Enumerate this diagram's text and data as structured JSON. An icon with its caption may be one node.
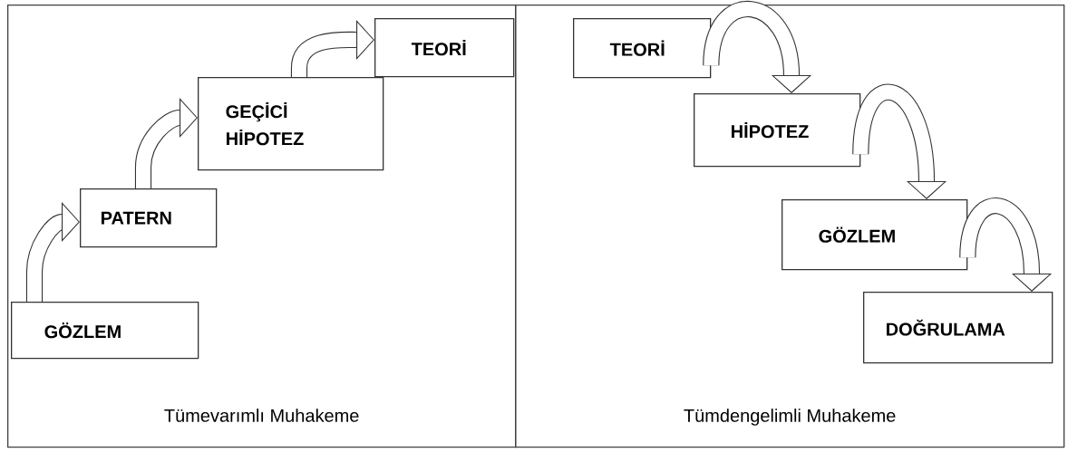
{
  "diagram": {
    "nodes": [
      {
        "text": [
          "Tümevarımlı Muhakeme"
        ]
      },
      {
        "text": [
          "GÖZLEM"
        ],
        "in": 0
      },
      {
        "text": [
          "PATERN"
        ],
        "in": 0
      },
      {
        "text": [
          "GEÇİCİ HİPOTEZ"
        ],
        "in": 0
      },
      {
        "text": [
          "TEORİ"
        ],
        "in": 0
      },
      {
        "text": [
          "Tümdengelimli Muhakeme"
        ]
      },
      {
        "text": [
          "TEORİ"
        ],
        "in": 5
      },
      {
        "text": [
          "HİPOTEZ"
        ],
        "in": 5
      },
      {
        "text": [
          "GÖZLEM"
        ],
        "in": 5
      },
      {
        "text": [
          "DOĞRULAMA"
        ],
        "in": 5
      }
    ],
    "edges": [
      {
        "from": 1,
        "to": 2,
        "arrow": "to"
      },
      {
        "from": 2,
        "to": 3,
        "arrow": "to"
      },
      {
        "from": 3,
        "to": 4,
        "arrow": "to"
      },
      {
        "from": 6,
        "to": 7,
        "arrow": "to"
      },
      {
        "from": 7,
        "to": 8,
        "arrow": "to"
      },
      {
        "from": 8,
        "to": 9,
        "arrow": "to"
      }
    ]
  }
}
